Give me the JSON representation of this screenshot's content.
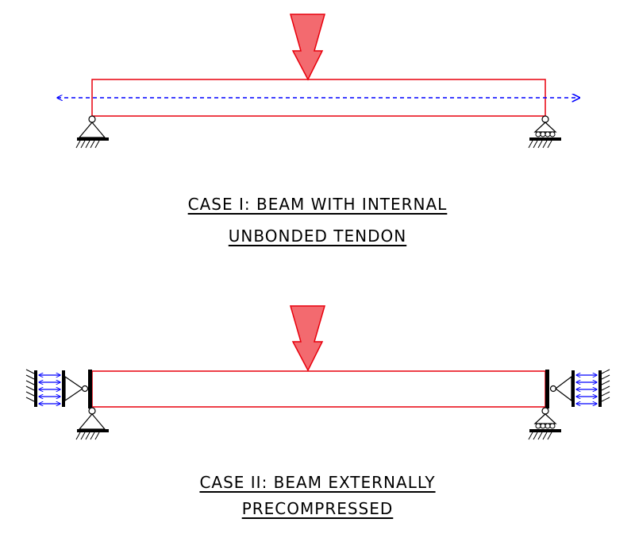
{
  "case1": {
    "caption_line1": "CASE I: BEAM WITH INTERNAL",
    "caption_line2": "UNBONDED TENDON"
  },
  "case2": {
    "caption_line1": "CASE II: BEAM EXTERNALLY",
    "caption_line2": "PRECOMPRESSED"
  },
  "colors": {
    "beam": "#e8000d",
    "load_arrow_fill": "#f36a6f",
    "tendon": "#0000ff",
    "support": "#000000"
  }
}
